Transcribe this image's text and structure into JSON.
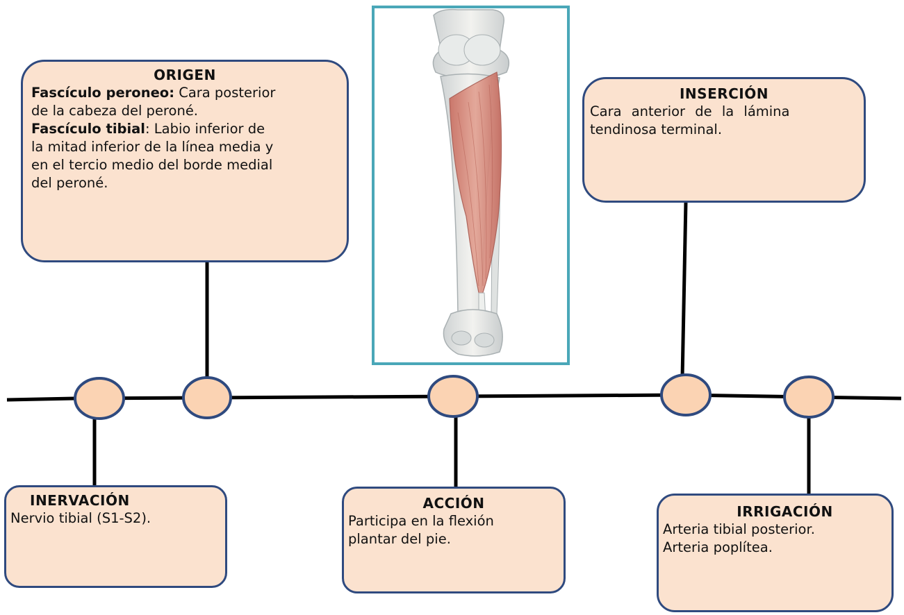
{
  "timeline": {
    "accent_color": "#2f4a7f",
    "node_fill": "#fbd3b3",
    "card_fill": "#fbe2cf",
    "frame_color": "#4aa7b8"
  },
  "origen": {
    "title": "ORIGEN",
    "peroneo_label": "Fascículo peroneo:",
    "peroneo_text_1": " Cara posterior",
    "peroneo_text_2": "de la cabeza del peroné.",
    "tibial_label": "Fascículo tibial",
    "tibial_text_1": ": Labio inferior de",
    "tibial_text_2": "la mitad inferior de la línea media y",
    "tibial_text_3": "en el tercio medio del borde medial",
    "tibial_text_4": "del peroné."
  },
  "insercion": {
    "title": "INSERCIÓN",
    "line_1": "Cara anterior de la lámina",
    "line_2": "tendinosa terminal."
  },
  "inervacion": {
    "title": "INERVACIÓN",
    "line_1": "Nervio tibial (S1-S2)."
  },
  "accion": {
    "title": "ACCIÓN",
    "line_1": "Participa en la flexión",
    "line_2": "plantar del pie."
  },
  "irrigacion": {
    "title": "IRRIGACIÓN",
    "line_1": "Arteria tibial posterior.",
    "line_2": "Arteria poplítea."
  },
  "figure": {
    "icon": "leg-muscle-illustration"
  }
}
